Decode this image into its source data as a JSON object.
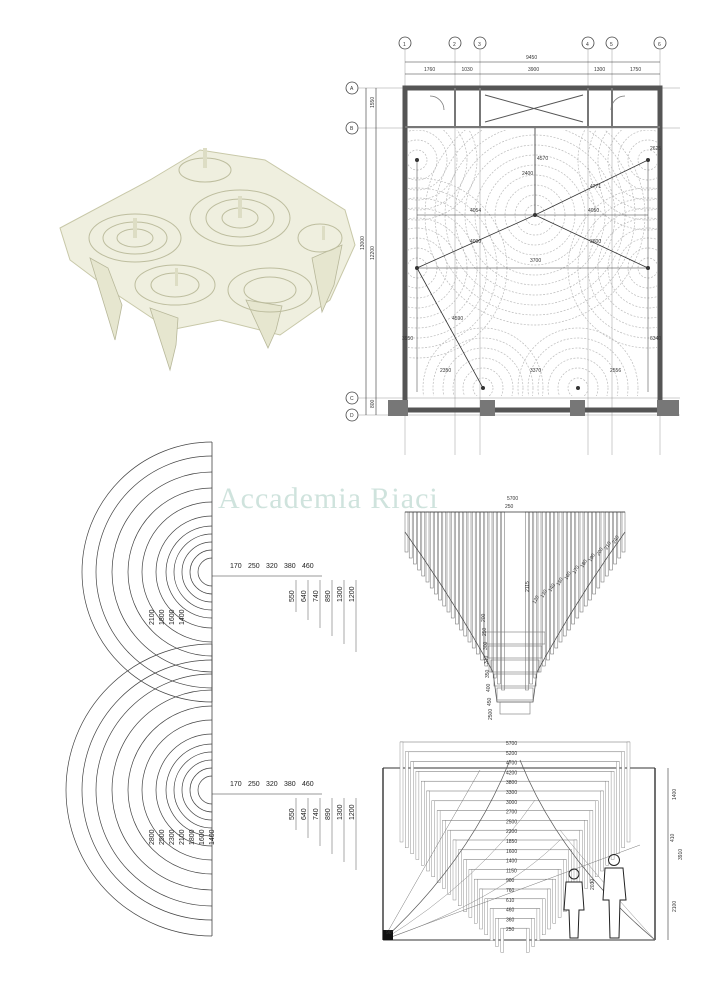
{
  "watermark": "Accademia Riaci",
  "plan": {
    "grid_columns": [
      "1",
      "2",
      "3",
      "4",
      "5",
      "6"
    ],
    "grid_rows": [
      "A",
      "B",
      "C",
      "D"
    ],
    "top_total": "9450",
    "top_segments": [
      "1760",
      "1030",
      "3900",
      "1300",
      "1750"
    ],
    "left_dims": [
      "1550",
      "12200",
      "13000",
      "800"
    ],
    "inner_dims": [
      "4570",
      "2400",
      "4771",
      "4054",
      "4050",
      "4090",
      "3600",
      "3700",
      "4590",
      "2350",
      "3370",
      "2556",
      "2625",
      "6340",
      "3950"
    ]
  },
  "elev_top_left": {
    "radius_labels_row": [
      "170",
      "250",
      "320",
      "380",
      "460"
    ],
    "diagonal_labels": [
      "550",
      "640",
      "740",
      "890",
      "1300",
      "1200"
    ],
    "vertical_labels": [
      "2100",
      "1800",
      "1600",
      "1400"
    ]
  },
  "elev_bottom_left": {
    "radius_labels_row": [
      "170",
      "250",
      "320",
      "380",
      "460"
    ],
    "diagonal_labels": [
      "550",
      "640",
      "740",
      "890",
      "1300",
      "1200"
    ],
    "vertical_labels": [
      "2800",
      "2500",
      "2300",
      "2100",
      "1800",
      "1600",
      "1400"
    ]
  },
  "section_top_right": {
    "width_top": "5700",
    "sub_top": "250",
    "height_label": "2115",
    "right_labels": [
      "240",
      "210",
      "200",
      "190",
      "180",
      "170",
      "160",
      "150",
      "140",
      "130",
      "120"
    ],
    "left_labels": [
      "200",
      "250",
      "300",
      "310",
      "350",
      "400",
      "450",
      "2500"
    ]
  },
  "section_bottom_right": {
    "level_labels": [
      "5700",
      "5200",
      "4700",
      "4200",
      "3800",
      "3300",
      "3000",
      "2700",
      "2500",
      "2200",
      "1850",
      "1600",
      "1400",
      "1150",
      "900",
      "760",
      "610",
      "460",
      "360",
      "250"
    ],
    "right_labels": [
      "1400",
      "410",
      "3910",
      "2100"
    ],
    "figure_label": "2030",
    "angle_label": "90°"
  }
}
